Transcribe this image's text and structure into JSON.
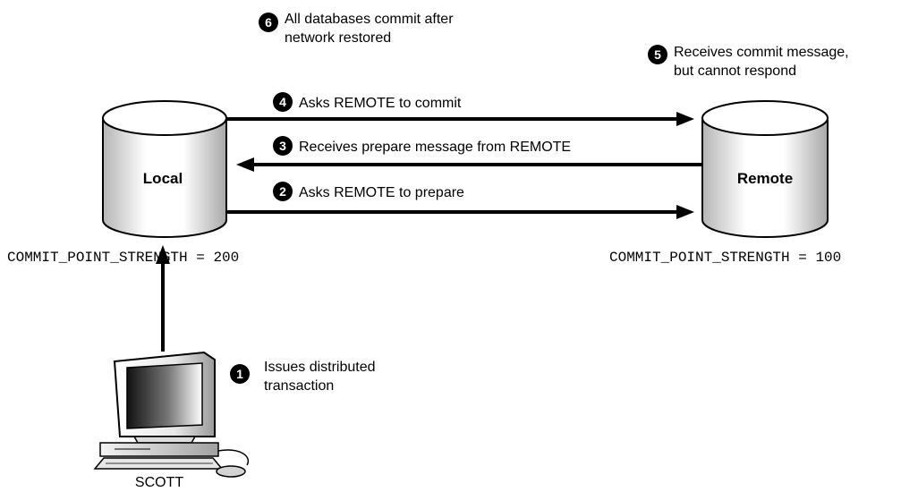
{
  "nodes": {
    "local": {
      "label": "Local",
      "param": "COMMIT_POINT_STRENGTH = 200"
    },
    "remote": {
      "label": "Remote",
      "param": "COMMIT_POINT_STRENGTH = 100"
    },
    "client": {
      "label": "SCOTT"
    }
  },
  "steps": [
    {
      "number": "1",
      "line1": "Issues distributed",
      "line2": "transaction"
    },
    {
      "number": "2",
      "line1": "Asks REMOTE to prepare"
    },
    {
      "number": "3",
      "line1": "Receives prepare message from REMOTE"
    },
    {
      "number": "4",
      "line1": "Asks REMOTE to commit"
    },
    {
      "number": "5",
      "line1": "Receives commit message,",
      "line2": "but cannot respond"
    },
    {
      "number": "6",
      "line1": "All databases commit after",
      "line2": "network restored"
    }
  ]
}
